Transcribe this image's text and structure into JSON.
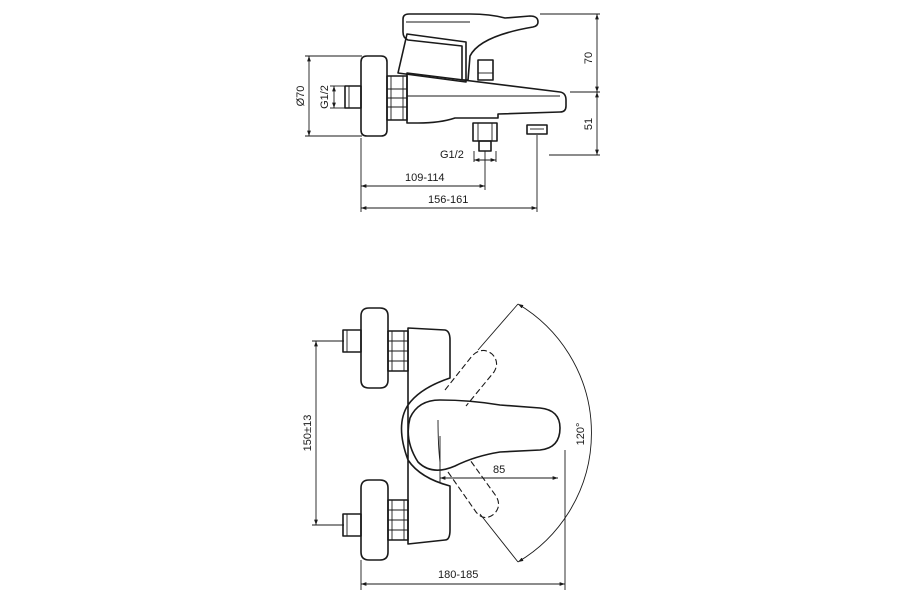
{
  "dimensions": {
    "height_top": "70",
    "height_bottom": "51",
    "diameter": "Ø70",
    "thread_inlet": "G1/2",
    "thread_outlet": "G1/2",
    "projection_spout": "109-114",
    "projection_total": "156-161",
    "centre_distance": "150±13",
    "handle_offset": "85",
    "rotation_angle": "120°",
    "overall_width": "180-185"
  }
}
